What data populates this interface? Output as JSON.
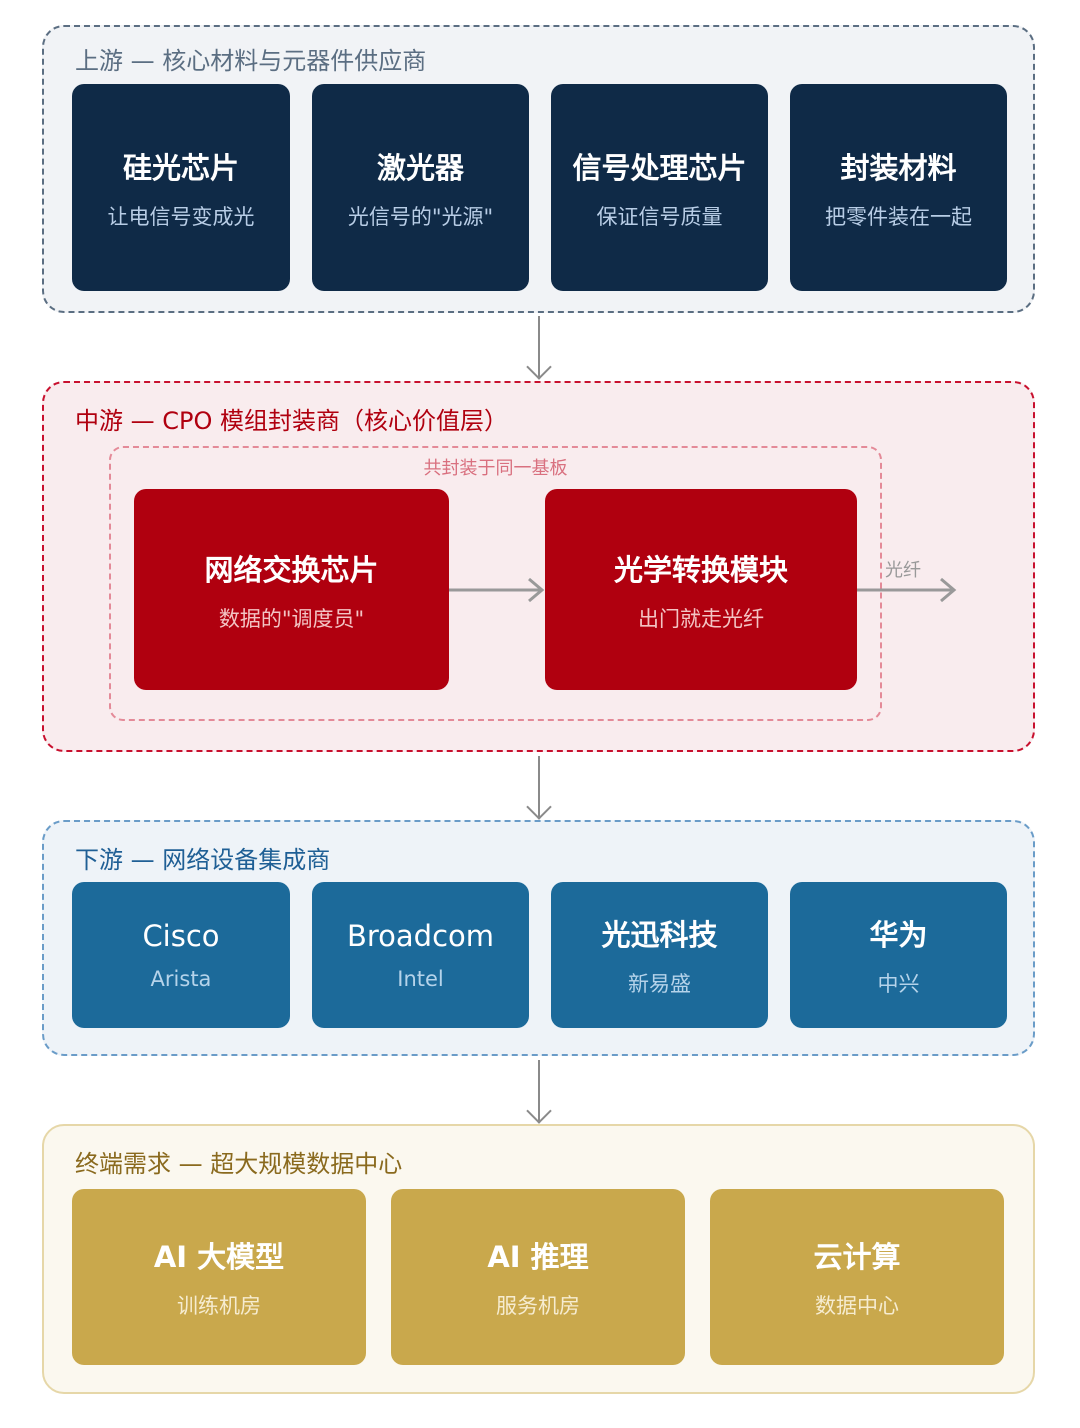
{
  "upstream": {
    "title": "上游 — 核心材料与元器件供应商",
    "cards": [
      {
        "name": "硅光芯片",
        "desc": "让电信号变成光"
      },
      {
        "name": "激光器",
        "desc": "光信号的\"光源\""
      },
      {
        "name": "信号处理芯片",
        "desc": "保证信号质量"
      },
      {
        "name": "封装材料",
        "desc": "把零件装在一起"
      }
    ]
  },
  "midstream": {
    "title": "中游 — CPO 模组封装商（核心价值层）",
    "package_label": "共封装于同一基板",
    "cards": [
      {
        "name": "网络交换芯片",
        "desc": "数据的\"调度员\""
      },
      {
        "name": "光学转换模块",
        "desc": "出门就走光纤"
      }
    ],
    "fiber_label": "光纤"
  },
  "downstream": {
    "title": "下游 — 网络设备集成商",
    "cards": [
      {
        "name": "Cisco",
        "desc": "Arista"
      },
      {
        "name": "Broadcom",
        "desc": "Intel"
      },
      {
        "name": "光迅科技",
        "desc": "新易盛"
      },
      {
        "name": "华为",
        "desc": "中兴"
      }
    ]
  },
  "demand": {
    "title": "终端需求 — 超大规模数据中心",
    "cards": [
      {
        "name": "AI 大模型",
        "desc": "训练机房"
      },
      {
        "name": "AI 推理",
        "desc": "服务机房"
      },
      {
        "name": "云计算",
        "desc": "数据中心"
      }
    ]
  },
  "colors": {
    "upstream": "#0f2a47",
    "midstream": "#b0000f",
    "downstream": "#1c6a9a",
    "demand": "#c9a84c"
  }
}
